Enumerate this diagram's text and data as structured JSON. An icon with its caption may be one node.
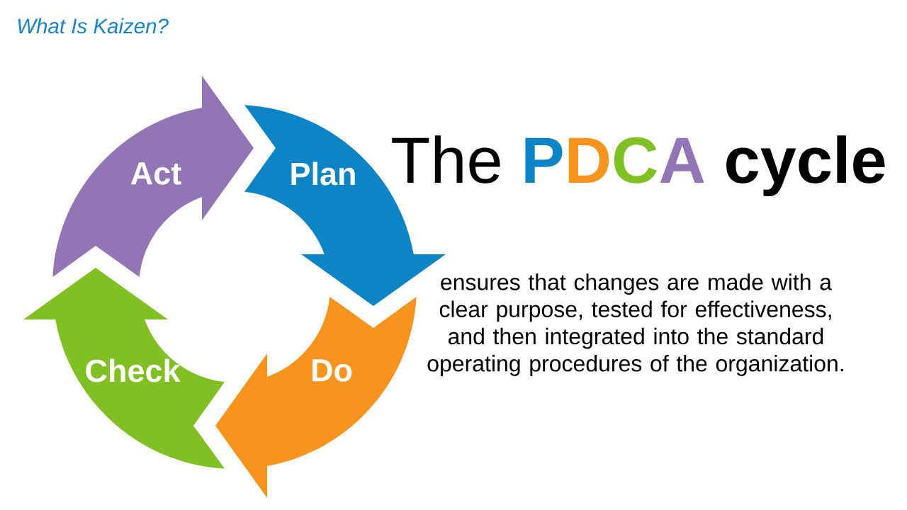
{
  "diagram": {
    "title": "The PDCA cycle",
    "nodes": [
      {
        "text": [
          "Plan"
        ]
      },
      {
        "text": [
          "Do"
        ]
      },
      {
        "text": [
          "Check"
        ]
      },
      {
        "text": [
          "Act"
        ]
      }
    ],
    "edges": [
      {
        "from": 0,
        "to": 1,
        "arrow": "to"
      },
      {
        "from": 1,
        "to": 2,
        "arrow": "to"
      },
      {
        "from": 2,
        "to": 3,
        "arrow": "to"
      },
      {
        "from": 3,
        "to": 0,
        "arrow": "to"
      }
    ],
    "labels": [
      "What Is Kaizen?",
      "ensures that changes are made with a clear purpose, tested for effectiveness, and then integrated into the standard operating procedures of the organization."
    ]
  }
}
